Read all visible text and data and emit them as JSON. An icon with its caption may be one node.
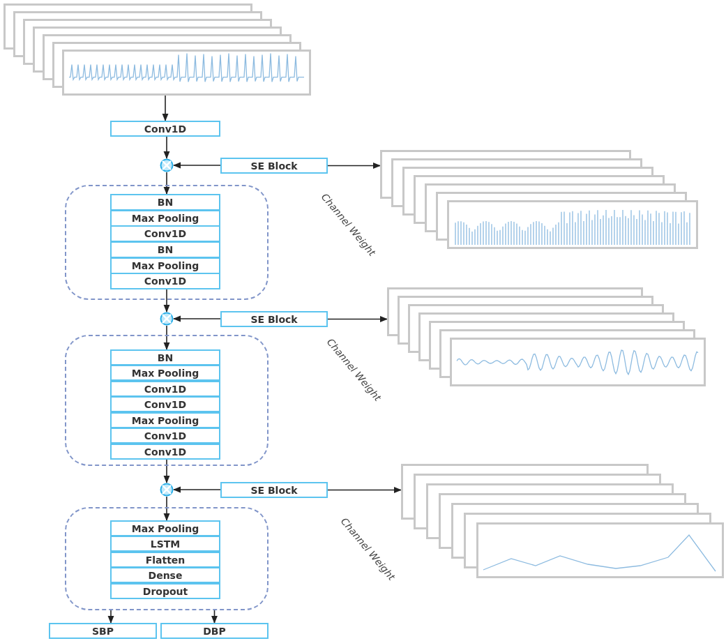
{
  "diagram": {
    "nodes": [
      {
        "text": [],
        "shape": "picture"
      },
      {
        "text": [
          "Conv1D"
        ]
      },
      {
        "text": [],
        "shape": "circle"
      },
      {
        "text": [
          "SE Block"
        ]
      },
      {
        "text": [],
        "shape": "picture",
        "beside": [
          "Channel Weight"
        ]
      },
      {
        "text": [],
        "shape": "box"
      },
      {
        "text": [
          "BN"
        ],
        "in": 5
      },
      {
        "text": [
          "Max Pooling"
        ],
        "in": 5
      },
      {
        "text": [
          "Conv1D"
        ],
        "in": 5
      },
      {
        "text": [
          "BN"
        ],
        "in": 5
      },
      {
        "text": [
          "Max Pooling"
        ],
        "in": 5
      },
      {
        "text": [
          "Conv1D"
        ],
        "in": 5
      },
      {
        "text": [],
        "shape": "circle"
      },
      {
        "text": [
          "SE Block"
        ]
      },
      {
        "text": [],
        "shape": "picture",
        "beside": [
          "Channel Weight"
        ]
      },
      {
        "text": [],
        "shape": "box"
      },
      {
        "text": [
          "BN"
        ],
        "in": 15
      },
      {
        "text": [
          "Max Pooling"
        ],
        "in": 15
      },
      {
        "text": [
          "Conv1D"
        ],
        "in": 15
      },
      {
        "text": [
          "Conv1D"
        ],
        "in": 15
      },
      {
        "text": [
          "Max Pooling"
        ],
        "in": 15
      },
      {
        "text": [
          "Conv1D"
        ],
        "in": 15
      },
      {
        "text": [
          "Conv1D"
        ],
        "in": 15
      },
      {
        "text": [],
        "shape": "circle"
      },
      {
        "text": [
          "SE Block"
        ]
      },
      {
        "text": [],
        "shape": "picture",
        "beside": [
          "Channel Weight"
        ]
      },
      {
        "text": [],
        "shape": "box"
      },
      {
        "text": [
          "Max Pooling"
        ],
        "in": 26
      },
      {
        "text": [
          "LSTM"
        ],
        "in": 26
      },
      {
        "text": [
          "Flatten"
        ],
        "in": 26
      },
      {
        "text": [
          "Dense"
        ],
        "in": 26
      },
      {
        "text": [
          "Dropout"
        ],
        "in": 26
      },
      {
        "text": [
          "SBP"
        ]
      },
      {
        "text": [
          "DBP"
        ]
      }
    ],
    "edges": [
      {
        "from": 0,
        "to": 1,
        "arrow": "to"
      },
      {
        "from": 1,
        "to": 2,
        "arrow": "to"
      },
      {
        "from": 3,
        "to": 2,
        "arrow": "to"
      },
      {
        "from": 3,
        "to": 4,
        "arrow": "to"
      },
      {
        "from": 2,
        "to": 6,
        "arrow": "to"
      },
      {
        "from": 11,
        "to": 12,
        "arrow": "to"
      },
      {
        "from": 13,
        "to": 12,
        "arrow": "to"
      },
      {
        "from": 13,
        "to": 14,
        "arrow": "to"
      },
      {
        "from": 12,
        "to": 16,
        "arrow": "to"
      },
      {
        "from": 22,
        "to": 23,
        "arrow": "to"
      },
      {
        "from": 24,
        "to": 23,
        "arrow": "to"
      },
      {
        "from": 24,
        "to": 25,
        "arrow": "to"
      },
      {
        "from": 23,
        "to": 27,
        "arrow": "to"
      },
      {
        "from": 26,
        "to": 32,
        "arrow": "to"
      },
      {
        "from": 26,
        "to": 33,
        "arrow": "to"
      }
    ]
  }
}
